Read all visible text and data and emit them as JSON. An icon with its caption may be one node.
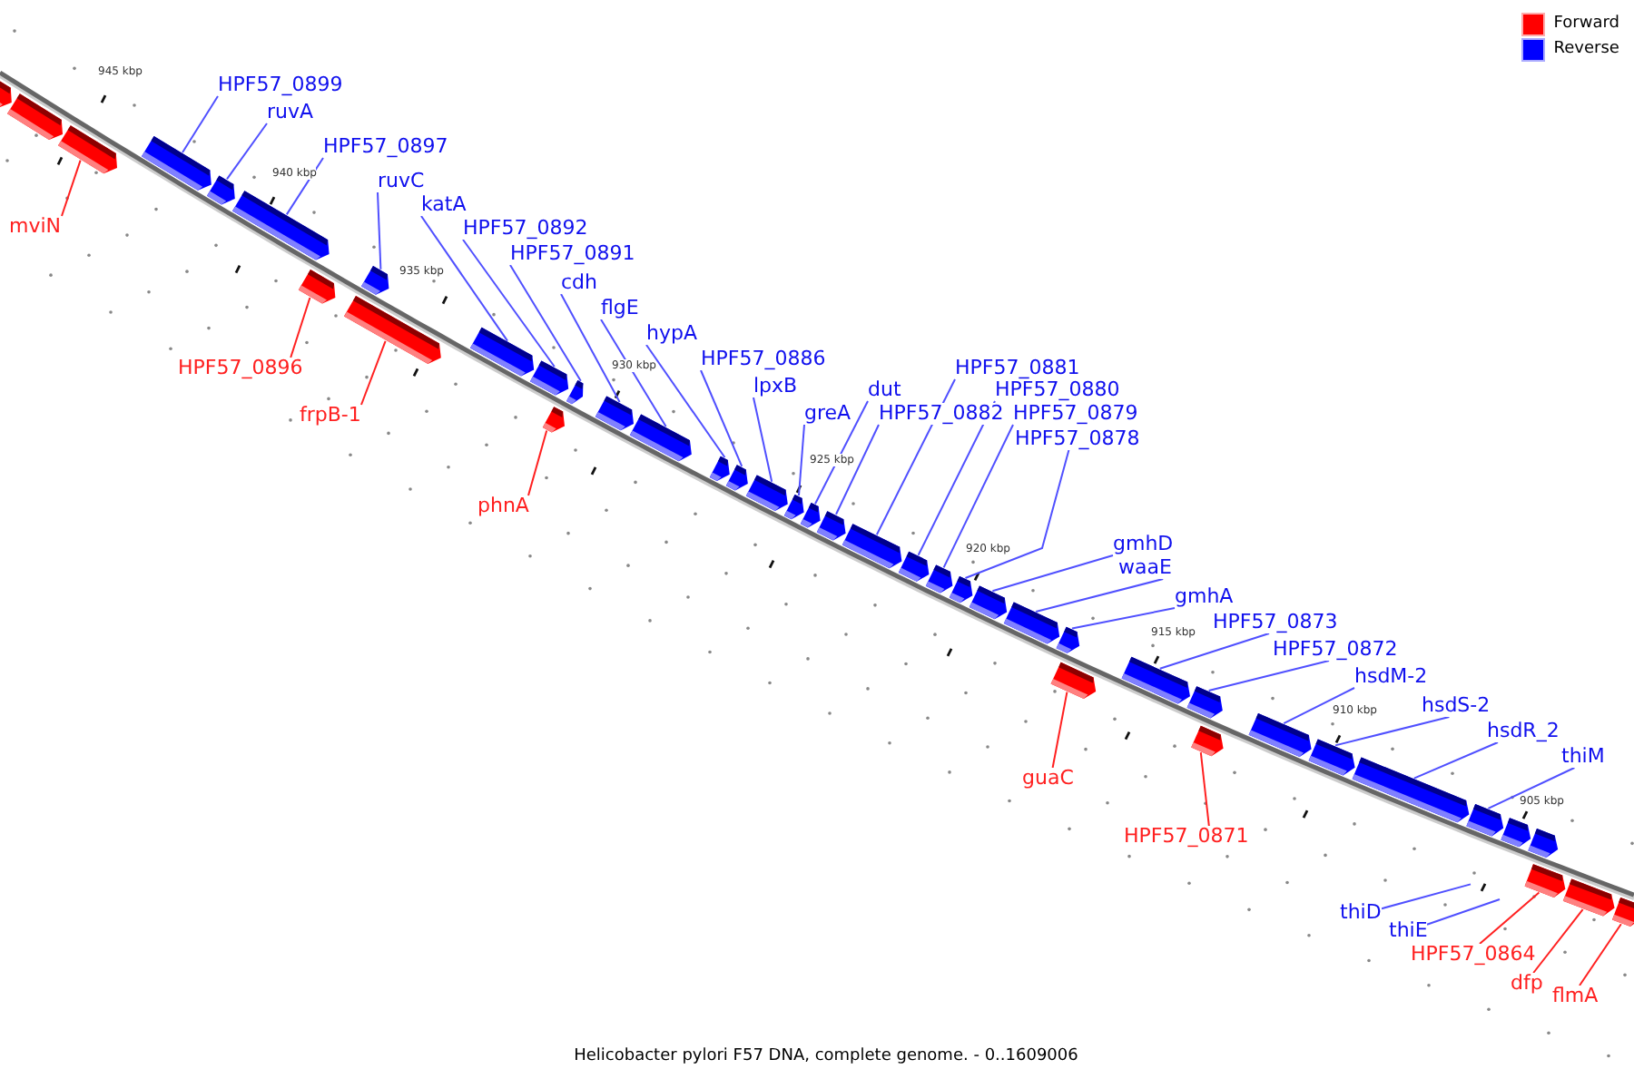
{
  "diagram": {
    "caption": "Helicobacter pylori F57 DNA, complete genome. - 0..1609006",
    "nodes": [
      {
        "text": [
          "HPF57_0899"
        ]
      },
      {
        "text": [
          "ruvA"
        ]
      },
      {
        "text": [
          "HPF57_0897"
        ]
      },
      {
        "text": [
          "ruvC"
        ]
      },
      {
        "text": [
          "katA"
        ]
      },
      {
        "text": [
          "mviN"
        ]
      },
      {
        "text": [
          "HPF57_0892"
        ]
      },
      {
        "text": [
          "HPF57_0891"
        ]
      },
      {
        "text": [
          "cdh"
        ]
      },
      {
        "text": [
          "flgE"
        ]
      },
      {
        "text": [
          "hypA"
        ]
      },
      {
        "text": [
          "HPF57_0886"
        ]
      },
      {
        "text": [
          "HPF57_0896"
        ]
      },
      {
        "text": [
          "HPF57_0881"
        ]
      },
      {
        "text": [
          "lpxB"
        ]
      },
      {
        "text": [
          "HPF57_0880"
        ]
      },
      {
        "text": [
          "dut"
        ]
      },
      {
        "text": [
          "greA"
        ]
      },
      {
        "text": [
          "HPF57_0882"
        ]
      },
      {
        "text": [
          "HPF57_0879"
        ]
      },
      {
        "text": [
          "frpB-1"
        ]
      },
      {
        "text": [
          "HPF57_0878"
        ]
      },
      {
        "text": [
          "phnA"
        ]
      },
      {
        "text": [
          "gmhD"
        ]
      },
      {
        "text": [
          "waaE"
        ]
      },
      {
        "text": [
          "gmhA"
        ]
      },
      {
        "text": [
          "HPF57_0873"
        ]
      },
      {
        "text": [
          "HPF57_0872"
        ]
      },
      {
        "text": [
          "hsdM-2"
        ]
      },
      {
        "text": [
          "hsdS-2"
        ]
      },
      {
        "text": [
          "hsdR_2"
        ]
      },
      {
        "text": [
          "thiM"
        ]
      },
      {
        "text": [
          "guaC"
        ]
      },
      {
        "text": [
          "HPF57_0871"
        ]
      },
      {
        "text": [
          "thiD"
        ]
      },
      {
        "text": [
          "thiE"
        ]
      },
      {
        "text": [
          "HPF57_0864"
        ]
      },
      {
        "text": [
          "dfp"
        ]
      },
      {
        "text": [
          "flmA"
        ]
      },
      {
        "text": [],
        "shape": "bar"
      },
      {
        "text": [],
        "shape": "bar"
      },
      {
        "text": [],
        "shape": "bar"
      },
      {
        "text": [],
        "shape": "bar"
      },
      {
        "text": [],
        "shape": "bar"
      },
      {
        "text": [],
        "shape": "bar"
      },
      {
        "text": [],
        "shape": "bar"
      },
      {
        "text": [],
        "shape": "bar"
      },
      {
        "text": [],
        "shape": "bar"
      },
      {
        "text": [],
        "shape": "bar"
      },
      {
        "text": [],
        "shape": "bar"
      },
      {
        "text": [],
        "shape": "bar"
      },
      {
        "text": [],
        "shape": "bar"
      },
      {
        "text": [],
        "shape": "bar"
      },
      {
        "text": [],
        "shape": "bar"
      },
      {
        "text": [],
        "shape": "bar"
      },
      {
        "text": [],
        "shape": "bar"
      },
      {
        "text": [],
        "shape": "bar"
      },
      {
        "text": [],
        "shape": "bar"
      },
      {
        "text": [],
        "shape": "bar"
      },
      {
        "text": [],
        "shape": "bar"
      },
      {
        "text": [],
        "shape": "bar"
      },
      {
        "text": [],
        "shape": "bar"
      },
      {
        "text": [],
        "shape": "bar"
      },
      {
        "text": [],
        "shape": "bar"
      },
      {
        "text": [],
        "shape": "bar"
      },
      {
        "text": [],
        "shape": "bar"
      },
      {
        "text": [],
        "shape": "bar"
      },
      {
        "text": [],
        "shape": "bar"
      },
      {
        "text": [],
        "shape": "bar"
      },
      {
        "text": [],
        "shape": "bar"
      },
      {
        "text": [],
        "shape": "bar"
      },
      {
        "text": [],
        "shape": "bar"
      },
      {
        "text": [],
        "shape": "bar"
      },
      {
        "text": [],
        "shape": "bar"
      },
      {
        "text": [],
        "shape": "bar"
      },
      {
        "text": [],
        "shape": "bar"
      },
      {
        "text": [],
        "shape": "bar"
      },
      {
        "text": [],
        "shape": "bar"
      },
      {
        "text": [],
        "shape": "bar"
      },
      {
        "text": [],
        "shape": "bar"
      }
    ],
    "edges": [
      {
        "from": 0,
        "to": 42,
        "arrow": "none"
      },
      {
        "from": 1,
        "to": 43,
        "arrow": "none"
      },
      {
        "from": 2,
        "to": 44,
        "arrow": "none"
      },
      {
        "from": 3,
        "to": 46,
        "arrow": "none"
      },
      {
        "from": 4,
        "to": 48,
        "arrow": "none"
      },
      {
        "from": 5,
        "to": 41,
        "arrow": "none",
        "color": "#ff2020"
      },
      {
        "from": 6,
        "to": 49,
        "arrow": "none"
      },
      {
        "from": 7,
        "to": 51,
        "arrow": "none"
      },
      {
        "from": 8,
        "to": 52,
        "arrow": "none"
      },
      {
        "from": 9,
        "to": 53,
        "arrow": "none"
      },
      {
        "from": 10,
        "to": 54,
        "arrow": "none"
      },
      {
        "from": 11,
        "to": 55,
        "arrow": "none"
      },
      {
        "from": 12,
        "to": 45,
        "arrow": "none",
        "color": "#ff2020"
      },
      {
        "from": 13,
        "to": 60,
        "arrow": "none"
      },
      {
        "from": 14,
        "to": 56,
        "arrow": "none"
      },
      {
        "from": 15,
        "to": 61,
        "arrow": "none"
      },
      {
        "from": 16,
        "to": 58,
        "arrow": "none"
      },
      {
        "from": 17,
        "to": 57,
        "arrow": "none"
      },
      {
        "from": 18,
        "to": 59,
        "arrow": "none"
      },
      {
        "from": 19,
        "to": 62,
        "arrow": "none"
      },
      {
        "from": 20,
        "to": 47,
        "arrow": "none",
        "color": "#ff2020"
      },
      {
        "from": 21,
        "to": 63,
        "arrow": "none"
      },
      {
        "from": 22,
        "to": 50,
        "arrow": "none",
        "color": "#ff2020"
      },
      {
        "from": 23,
        "to": 64,
        "arrow": "none"
      },
      {
        "from": 24,
        "to": 65,
        "arrow": "none"
      },
      {
        "from": 25,
        "to": 66,
        "arrow": "none"
      },
      {
        "from": 26,
        "to": 68,
        "arrow": "none"
      },
      {
        "from": 27,
        "to": 69,
        "arrow": "none"
      },
      {
        "from": 28,
        "to": 71,
        "arrow": "none"
      },
      {
        "from": 29,
        "to": 72,
        "arrow": "none"
      },
      {
        "from": 30,
        "to": 73,
        "arrow": "none"
      },
      {
        "from": 31,
        "to": 74,
        "arrow": "none"
      },
      {
        "from": 32,
        "to": 67,
        "arrow": "none",
        "color": "#ff2020"
      },
      {
        "from": 33,
        "to": 70,
        "arrow": "none",
        "color": "#ff2020"
      },
      {
        "from": 34,
        "to": null,
        "arrow": "none"
      },
      {
        "from": 35,
        "to": null,
        "arrow": "none"
      },
      {
        "from": 36,
        "to": 77,
        "arrow": "none",
        "color": "#ff2020"
      },
      {
        "from": 37,
        "to": 78,
        "arrow": "none",
        "color": "#ff2020"
      },
      {
        "from": 38,
        "to": 79,
        "arrow": "none",
        "color": "#ff2020"
      }
    ],
    "labels": [
      "945 kbp",
      "940 kbp",
      "935 kbp",
      "930 kbp",
      "925 kbp",
      "920 kbp",
      "915 kbp",
      "910 kbp",
      "905 kbp"
    ],
    "legend": [
      {
        "text": "Forward",
        "color": "#ff0000"
      },
      {
        "text": "Reverse",
        "color": "#0000ff"
      }
    ]
  }
}
